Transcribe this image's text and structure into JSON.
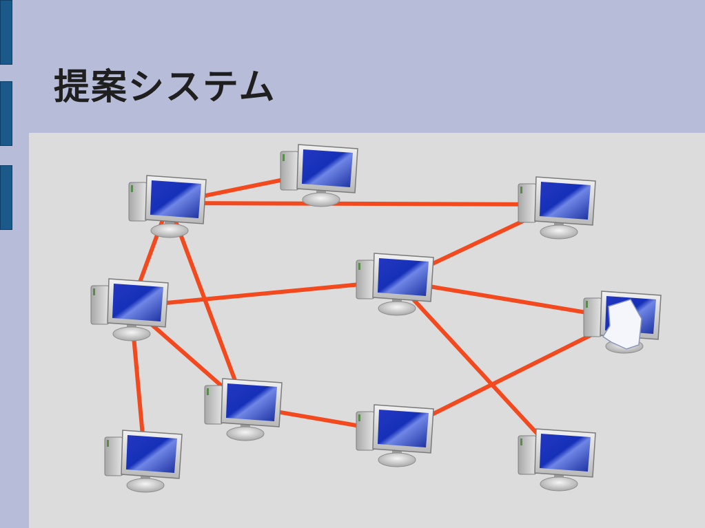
{
  "slide": {
    "title": "提案システム"
  },
  "colors": {
    "background": "#b7bcd9",
    "content": "#dcdcdc",
    "sidebar_tab": "#1a5a8a",
    "link": "#f24a1e",
    "screen": "#1a2fa8"
  },
  "network": {
    "nodes": [
      {
        "id": "n1",
        "icon": "computer-icon"
      },
      {
        "id": "n2",
        "icon": "computer-icon"
      },
      {
        "id": "n3",
        "icon": "computer-icon"
      },
      {
        "id": "n4",
        "icon": "computer-icon"
      },
      {
        "id": "n5",
        "icon": "computer-icon"
      },
      {
        "id": "n6",
        "icon": "computer-icon",
        "badge": "document-icon"
      },
      {
        "id": "n7",
        "icon": "computer-icon"
      },
      {
        "id": "n8",
        "icon": "computer-icon"
      },
      {
        "id": "n9",
        "icon": "computer-icon"
      },
      {
        "id": "n10",
        "icon": "computer-icon"
      }
    ],
    "edges": [
      [
        "n1",
        "n2"
      ],
      [
        "n1",
        "n3"
      ],
      [
        "n1",
        "n4"
      ],
      [
        "n1",
        "n7"
      ],
      [
        "n3",
        "n5"
      ],
      [
        "n4",
        "n5"
      ],
      [
        "n5",
        "n6"
      ],
      [
        "n5",
        "n10"
      ],
      [
        "n4",
        "n7"
      ],
      [
        "n4",
        "n9"
      ],
      [
        "n7",
        "n8"
      ],
      [
        "n8",
        "n6"
      ]
    ]
  }
}
